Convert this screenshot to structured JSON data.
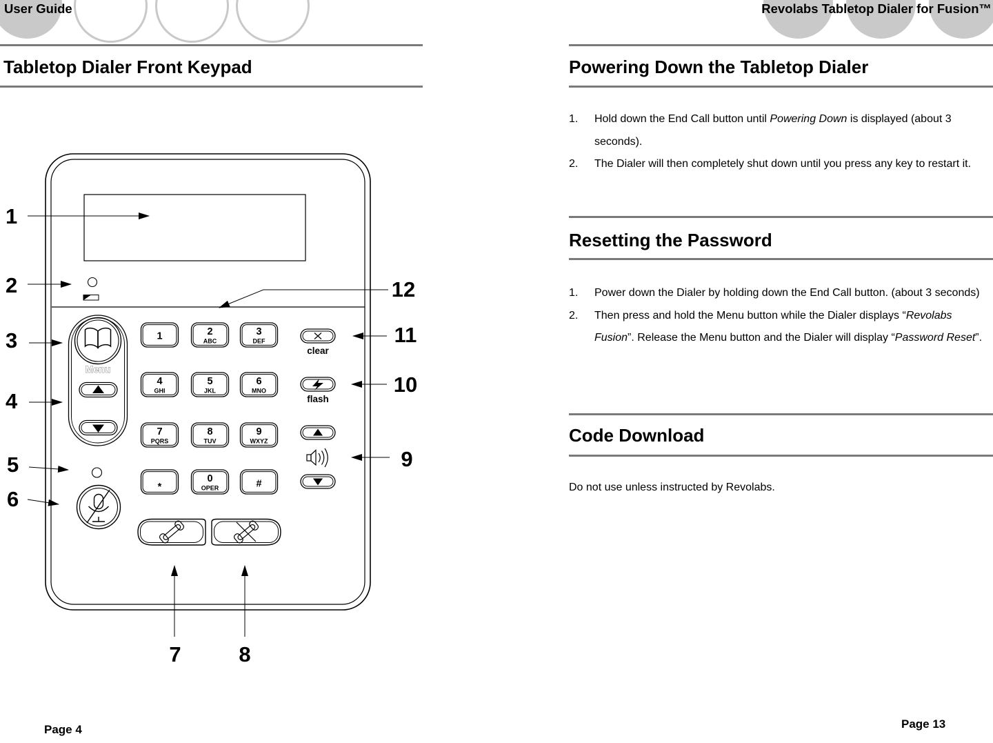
{
  "colors": {
    "header_circle_gray": "#c9c9c9",
    "rule_gray": "#7a7a7a",
    "text_black": "#000000"
  },
  "left_page": {
    "header": "User Guide",
    "title": "Tabletop Dialer Front Keypad",
    "page_number": "Page 4",
    "diagram": {
      "callouts": [
        "1",
        "2",
        "3",
        "4",
        "5",
        "6",
        "7",
        "8",
        "9",
        "10",
        "11",
        "12"
      ],
      "menu_label": "Menu",
      "clear_label": "clear",
      "flash_label": "flash",
      "keys": [
        {
          "num": "1",
          "letters": ""
        },
        {
          "num": "2",
          "letters": "ABC"
        },
        {
          "num": "3",
          "letters": "DEF"
        },
        {
          "num": "4",
          "letters": "GHI"
        },
        {
          "num": "5",
          "letters": "JKL"
        },
        {
          "num": "6",
          "letters": "MNO"
        },
        {
          "num": "7",
          "letters": "PQRS"
        },
        {
          "num": "8",
          "letters": "TUV"
        },
        {
          "num": "9",
          "letters": "WXYZ"
        },
        {
          "num": "*",
          "letters": ""
        },
        {
          "num": "0",
          "letters": "OPER"
        },
        {
          "num": "#",
          "letters": ""
        }
      ]
    }
  },
  "right_page": {
    "header": "Revolabs Tabletop Dialer for Fusion™",
    "page_number": "Page 13",
    "sections": [
      {
        "title": "Powering Down the Tabletop Dialer",
        "items": [
          {
            "marker": "1.",
            "seg0": "Hold down the End Call button until ",
            "seg1": "Powering Down",
            "seg2": " is displayed (about 3 seconds)."
          },
          {
            "marker": "2.",
            "seg0": "The Dialer will then completely shut down until you press any key to restart it."
          }
        ]
      },
      {
        "title": "Resetting the Password",
        "items": [
          {
            "marker": "1.",
            "seg0": "Power down the Dialer by holding down the End Call button. (about 3 seconds)"
          },
          {
            "marker": "2.",
            "seg0": "Then press and hold the Menu button while the Dialer displays “",
            "seg1": "Revolabs Fusion",
            "seg2": "”.  Release the Menu button and the Dialer will display “",
            "seg3": "Password Reset",
            "seg4": "”."
          }
        ]
      },
      {
        "title": "Code Download",
        "body": "Do not use unless instructed by Revolabs."
      }
    ]
  }
}
